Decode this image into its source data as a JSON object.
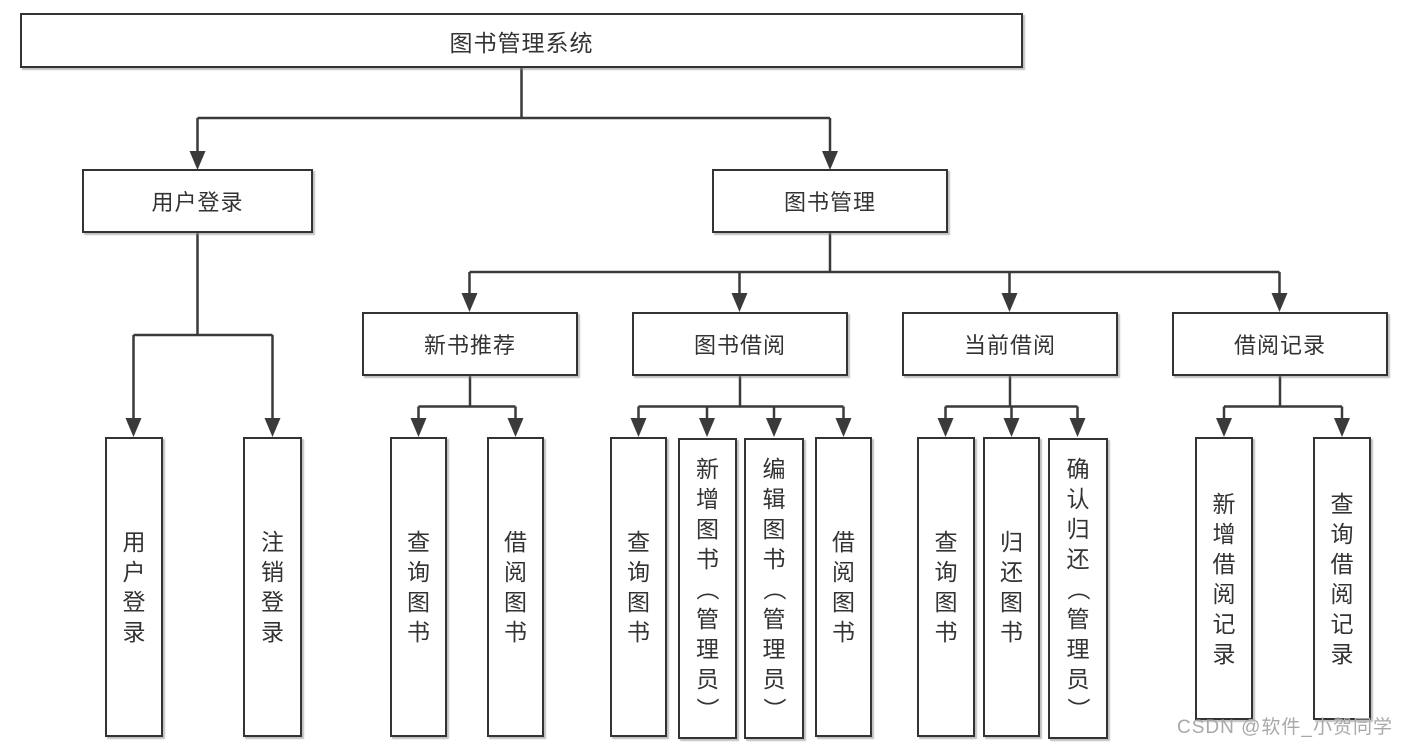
{
  "page": {
    "watermark": "CSDN @软件_小贺同学"
  },
  "colors": {
    "line": "#3a3a3a",
    "box_border": "#333333",
    "box_background": "#ffffff",
    "text": "#333333",
    "watermark": "#a9a9a9"
  },
  "nodes": {
    "root": {
      "label": "图书管理系统"
    },
    "level2": [
      {
        "label": "用户登录"
      },
      {
        "label": "图书管理"
      }
    ],
    "level3": [
      {
        "label": "新书推荐",
        "parent": "图书管理"
      },
      {
        "label": "图书借阅",
        "parent": "图书管理"
      },
      {
        "label": "当前借阅",
        "parent": "图书管理"
      },
      {
        "label": "借阅记录",
        "parent": "图书管理"
      }
    ],
    "leaves": [
      {
        "label": "用户登录",
        "parent": "用户登录"
      },
      {
        "label": "注销登录",
        "parent": "用户登录"
      },
      {
        "label": "查询图书",
        "parent": "新书推荐"
      },
      {
        "label": "借阅图书",
        "parent": "新书推荐"
      },
      {
        "label": "查询图书",
        "parent": "图书借阅"
      },
      {
        "label": "新增图书（管理员）",
        "parent": "图书借阅"
      },
      {
        "label": "编辑图书（管理员）",
        "parent": "图书借阅"
      },
      {
        "label": "借阅图书",
        "parent": "图书借阅"
      },
      {
        "label": "查询图书",
        "parent": "当前借阅"
      },
      {
        "label": "归还图书",
        "parent": "当前借阅"
      },
      {
        "label": "确认归还（管理员）",
        "parent": "当前借阅"
      },
      {
        "label": "新增借阅记录",
        "parent": "借阅记录"
      },
      {
        "label": "查询借阅记录",
        "parent": "借阅记录"
      }
    ]
  }
}
